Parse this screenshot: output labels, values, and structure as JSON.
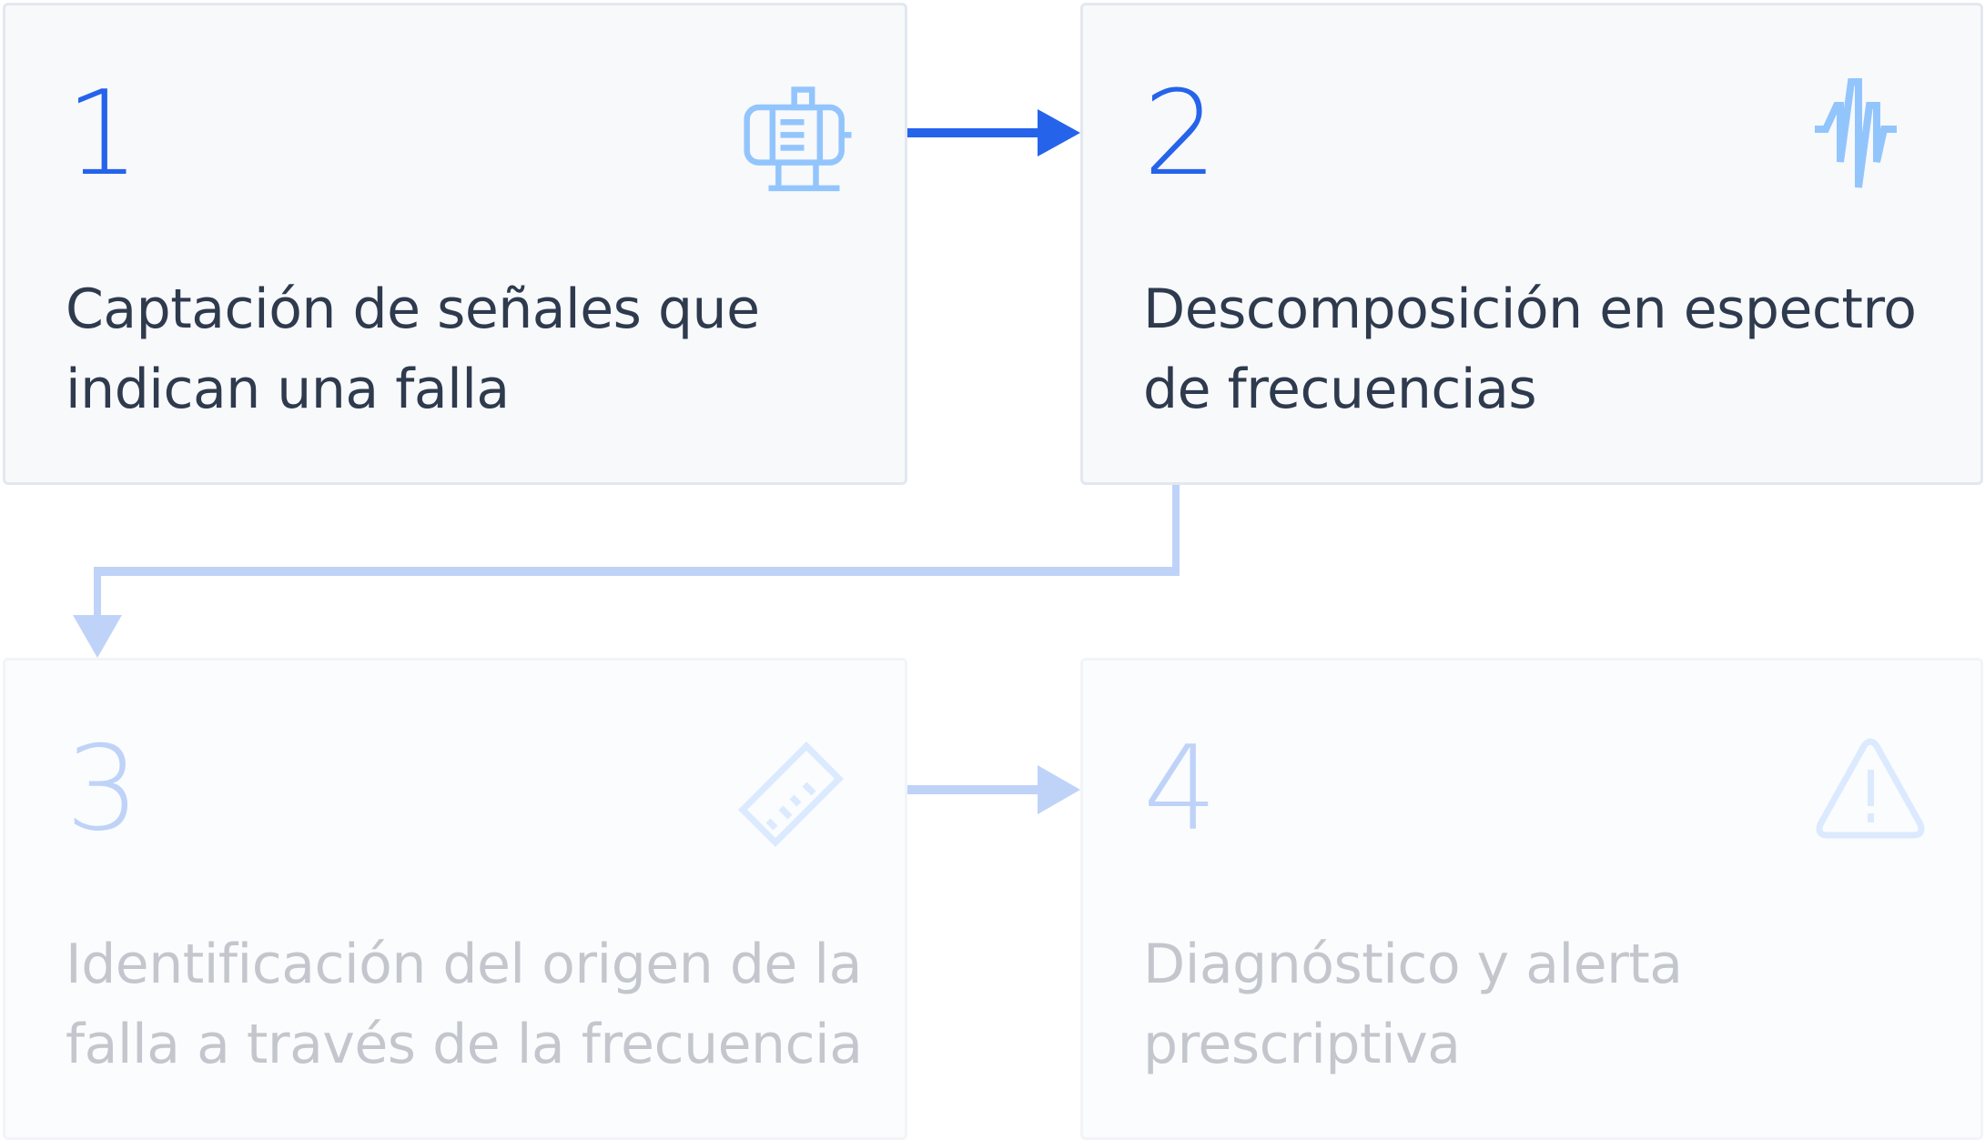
{
  "diagram": {
    "colors": {
      "active_number": "#2563eb",
      "inactive_number": "#bfd3f8",
      "active_icon": "#93c5fd",
      "inactive_icon": "#dbeafe",
      "active_text": "#2e3a4d",
      "inactive_text": "#c3c7cd",
      "active_arrow": "#2563eb",
      "inactive_arrow": "#bfd3f8"
    },
    "steps": [
      {
        "number": "1",
        "label": "Captación de señales que indican una falla",
        "icon": "motor-icon",
        "state": "active"
      },
      {
        "number": "2",
        "label": "Descomposición en espectro de frecuencias",
        "icon": "waveform-icon",
        "state": "active"
      },
      {
        "number": "3",
        "label": "Identificación del origen de la falla a través de la frecuencia",
        "icon": "ruler-icon",
        "state": "inactive"
      },
      {
        "number": "4",
        "label": "Diagnóstico y alerta prescriptiva",
        "icon": "warning-icon",
        "state": "inactive"
      }
    ],
    "connectors": [
      {
        "from": "1",
        "to": "2",
        "state": "active"
      },
      {
        "from": "2",
        "to": "3",
        "state": "inactive"
      },
      {
        "from": "3",
        "to": "4",
        "state": "inactive"
      }
    ]
  }
}
